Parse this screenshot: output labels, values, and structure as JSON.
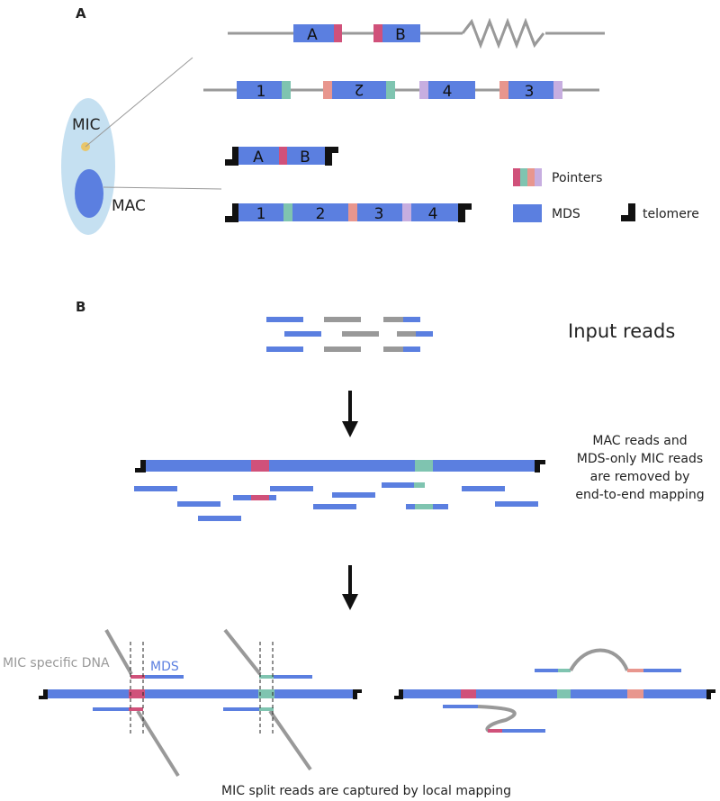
{
  "panel_a": {
    "label": "A",
    "cell": {
      "mic_label": "MIC",
      "mac_label": "MAC"
    },
    "mic_gene1": {
      "mds_labels": [
        "A",
        "B"
      ]
    },
    "mic_gene2": {
      "mds_labels": [
        "1",
        "2",
        "4",
        "3"
      ]
    },
    "mac_chrom1": {
      "mds_labels": [
        "A",
        "B"
      ]
    },
    "mac_chrom2": {
      "mds_labels": [
        "1",
        "2",
        "3",
        "4"
      ]
    },
    "legend": {
      "pointers_label": "Pointers",
      "mds_label": "MDS",
      "telomere_label": "telomere"
    }
  },
  "panel_b": {
    "label": "B",
    "input_reads_label": "Input reads",
    "step1_note": [
      "MAC reads and",
      "MDS-only MIC reads",
      "are removed by",
      "end-to-end mapping"
    ],
    "mic_specific_label": "MIC specific DNA",
    "mds_label": "MDS",
    "caption": "MIC split reads are captured by local mapping"
  },
  "colors": {
    "mds": "#5b7fe0",
    "mic_dna": "#999999",
    "pointer_red": "#d0517a",
    "pointer_teal": "#7fc4b0",
    "pointer_salmon": "#e8968e",
    "pointer_lilac": "#c7aee0",
    "cell_fill": "#c5e0f1",
    "mic_nucleus": "#e9c66a",
    "telomere": "#111111"
  }
}
